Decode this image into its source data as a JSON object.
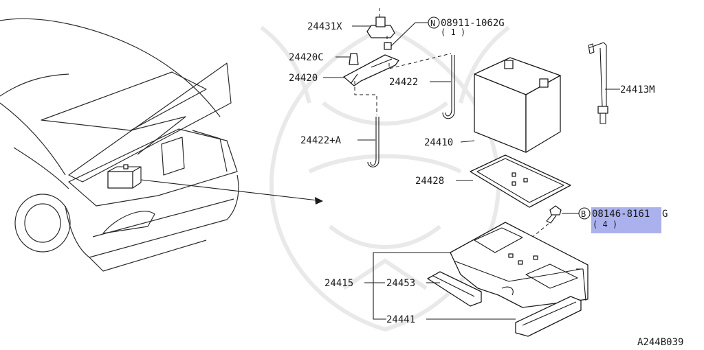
{
  "diagram_id": "A244B039",
  "parts": {
    "p24431x": "24431X",
    "p24420c": "24420C",
    "p24420": "24420",
    "p24422": "24422",
    "p24422a": "24422+A",
    "p24410": "24410",
    "p24413m": "24413M",
    "p24428": "24428",
    "p24415": "24415",
    "p24453": "24453",
    "p24441": "24441"
  },
  "fasteners": {
    "nut": {
      "marker": "N",
      "number": "08911-1062G",
      "qty": "( 1 )"
    },
    "bolt": {
      "marker": "B",
      "number_highlighted": "08146-8161",
      "number_suffix": "G",
      "qty": "( 4 )"
    }
  },
  "colors": {
    "highlight": "#aab1ec",
    "ink": "#1a1a1a",
    "watermark": "#e9e9e9"
  }
}
